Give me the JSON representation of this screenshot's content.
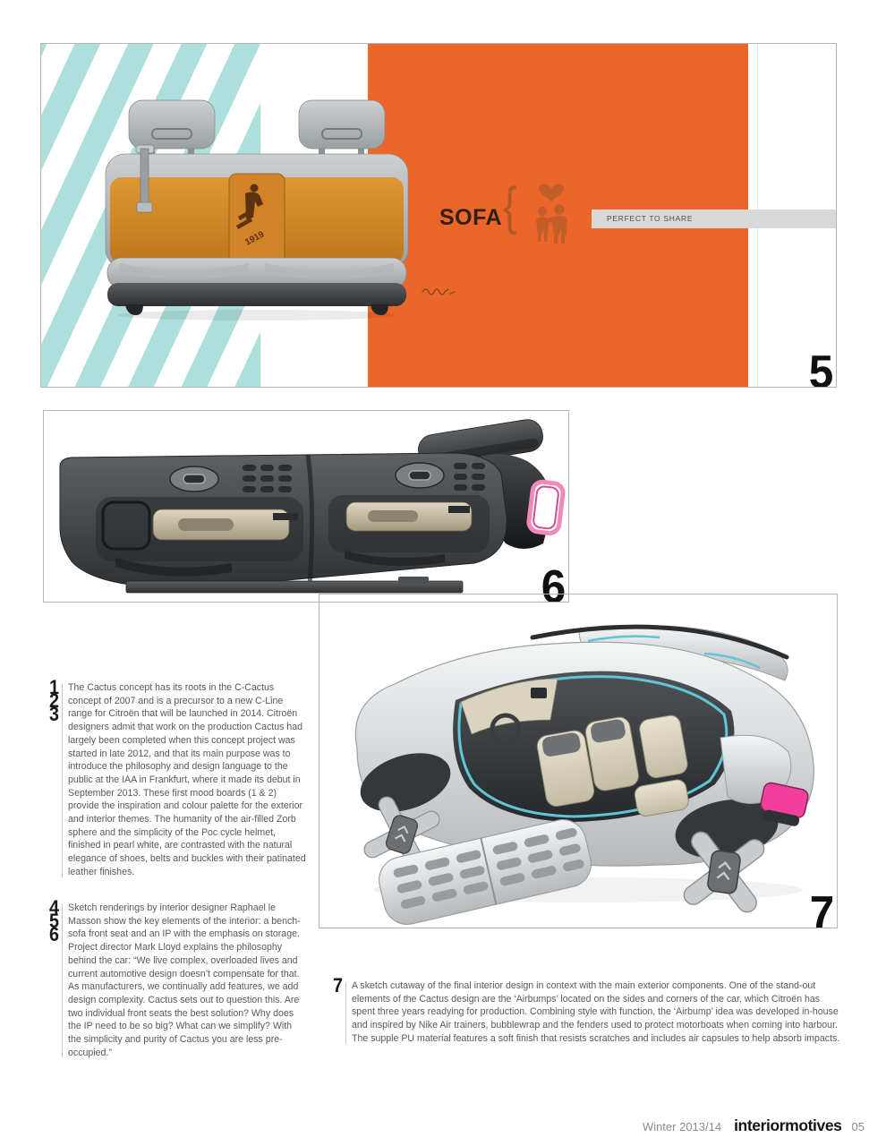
{
  "figure5": {
    "number": "5",
    "label": "SOFA",
    "brace": "{",
    "tagline": "PERFECT TO SHARE",
    "seat_graphic_year": "1919",
    "colors": {
      "orange": "#EB6628",
      "stripe_teal": "#ADE0DD",
      "icon_orange": "#C05D28",
      "tag_bar_gray": "#D9D9D9",
      "leather_amber": "#D08327"
    }
  },
  "figure6": {
    "number": "6",
    "colors": {
      "panel_gray": "#3E4244",
      "lamp_pink": "#F08AB8"
    }
  },
  "figure7": {
    "number": "7",
    "colors": {
      "outline_cyan": "#5FC6D6",
      "tail_lamp_pink": "#F23F9E",
      "body_silver": "#D9DCDD"
    }
  },
  "captions": {
    "block1": {
      "numbers": [
        "1",
        "2",
        "3"
      ],
      "text": "The Cactus concept has its roots in the C-Cactus concept of 2007 and is a precursor to a new C-Line range for Citroën that will be launched in 2014. Citroën designers admit that work on the production Cactus had largely been completed when this concept project was started in late 2012, and that its main purpose was to introduce the philosophy and design language to the public at the IAA in Frankfurt, where it made its debut in September 2013. These first mood boards (1 & 2) provide the inspiration and colour palette for the exterior and interior themes. The humanity of the air-filled Zorb sphere and the simplicity of the Poc cycle helmet, finished in pearl white, are contrasted with the natural elegance of shoes, belts and buckles with their patinated leather finishes."
    },
    "block2": {
      "numbers": [
        "4",
        "5",
        "6"
      ],
      "text": "Sketch renderings by interior designer Raphael le Masson show the key elements of the interior: a bench-sofa front seat and an IP with the emphasis on storage. Project director Mark Lloyd explains the philosophy behind the car: “We live complex, overloaded lives and current automotive design doesn’t compensate for that. As manufacturers, we continually add features, we add design complexity. Cactus sets out to question this. Are two individual front seats the best solution? Why does the IP need to be so big? What can we simplify? With the simplicity and purity of Cactus you are less pre-occupied.”"
    },
    "block3": {
      "numbers": [
        "7"
      ],
      "text": "A sketch cutaway of the final interior design in context with the main exterior components. One of the stand-out elements of the Cactus design are the ‘Airbumps’ located on the sides and corners of the car, which Citroën has spent three years readying for production. Combining style with function, the ‘Airbump’ idea was developed in-house and inspired by Nike Air trainers, bubblewrap and the fenders used to protect motorboats when coming into harbour. The supple PU material features a soft finish that resists scratches and includes air capsules to help absorb impacts."
    }
  },
  "footer": {
    "issue": "Winter 2013/14",
    "brand": "interiormotives",
    "page_number": "05"
  }
}
